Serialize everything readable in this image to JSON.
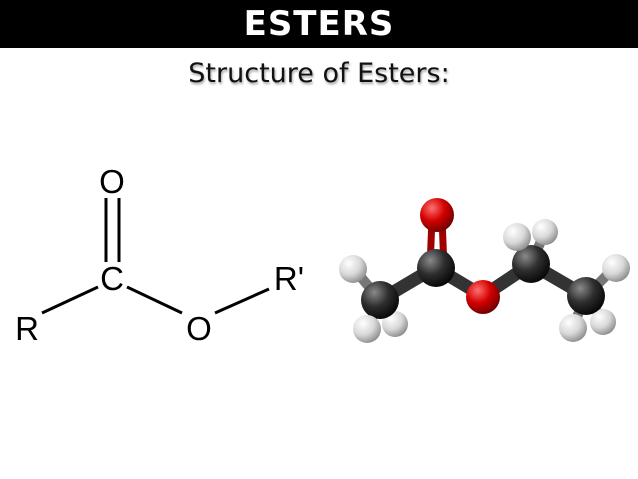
{
  "header": {
    "title": "ESTERS"
  },
  "subtitle": "Structure of Esters:",
  "structural_formula": {
    "atoms": {
      "carbonyl_oxygen": "O",
      "carbon": "C",
      "ester_oxygen": "O",
      "r_group": "R",
      "r_prime_group": "R'"
    }
  },
  "ball_and_stick_model": {
    "molecule_atoms": [
      "H",
      "H",
      "H",
      "C",
      "C",
      "O",
      "O",
      "C",
      "H",
      "H",
      "C",
      "H",
      "H",
      "H"
    ],
    "colors": {
      "carbon": "#2a2a2a",
      "oxygen": "#cc0000",
      "hydrogen": "#e8e8e8"
    }
  }
}
